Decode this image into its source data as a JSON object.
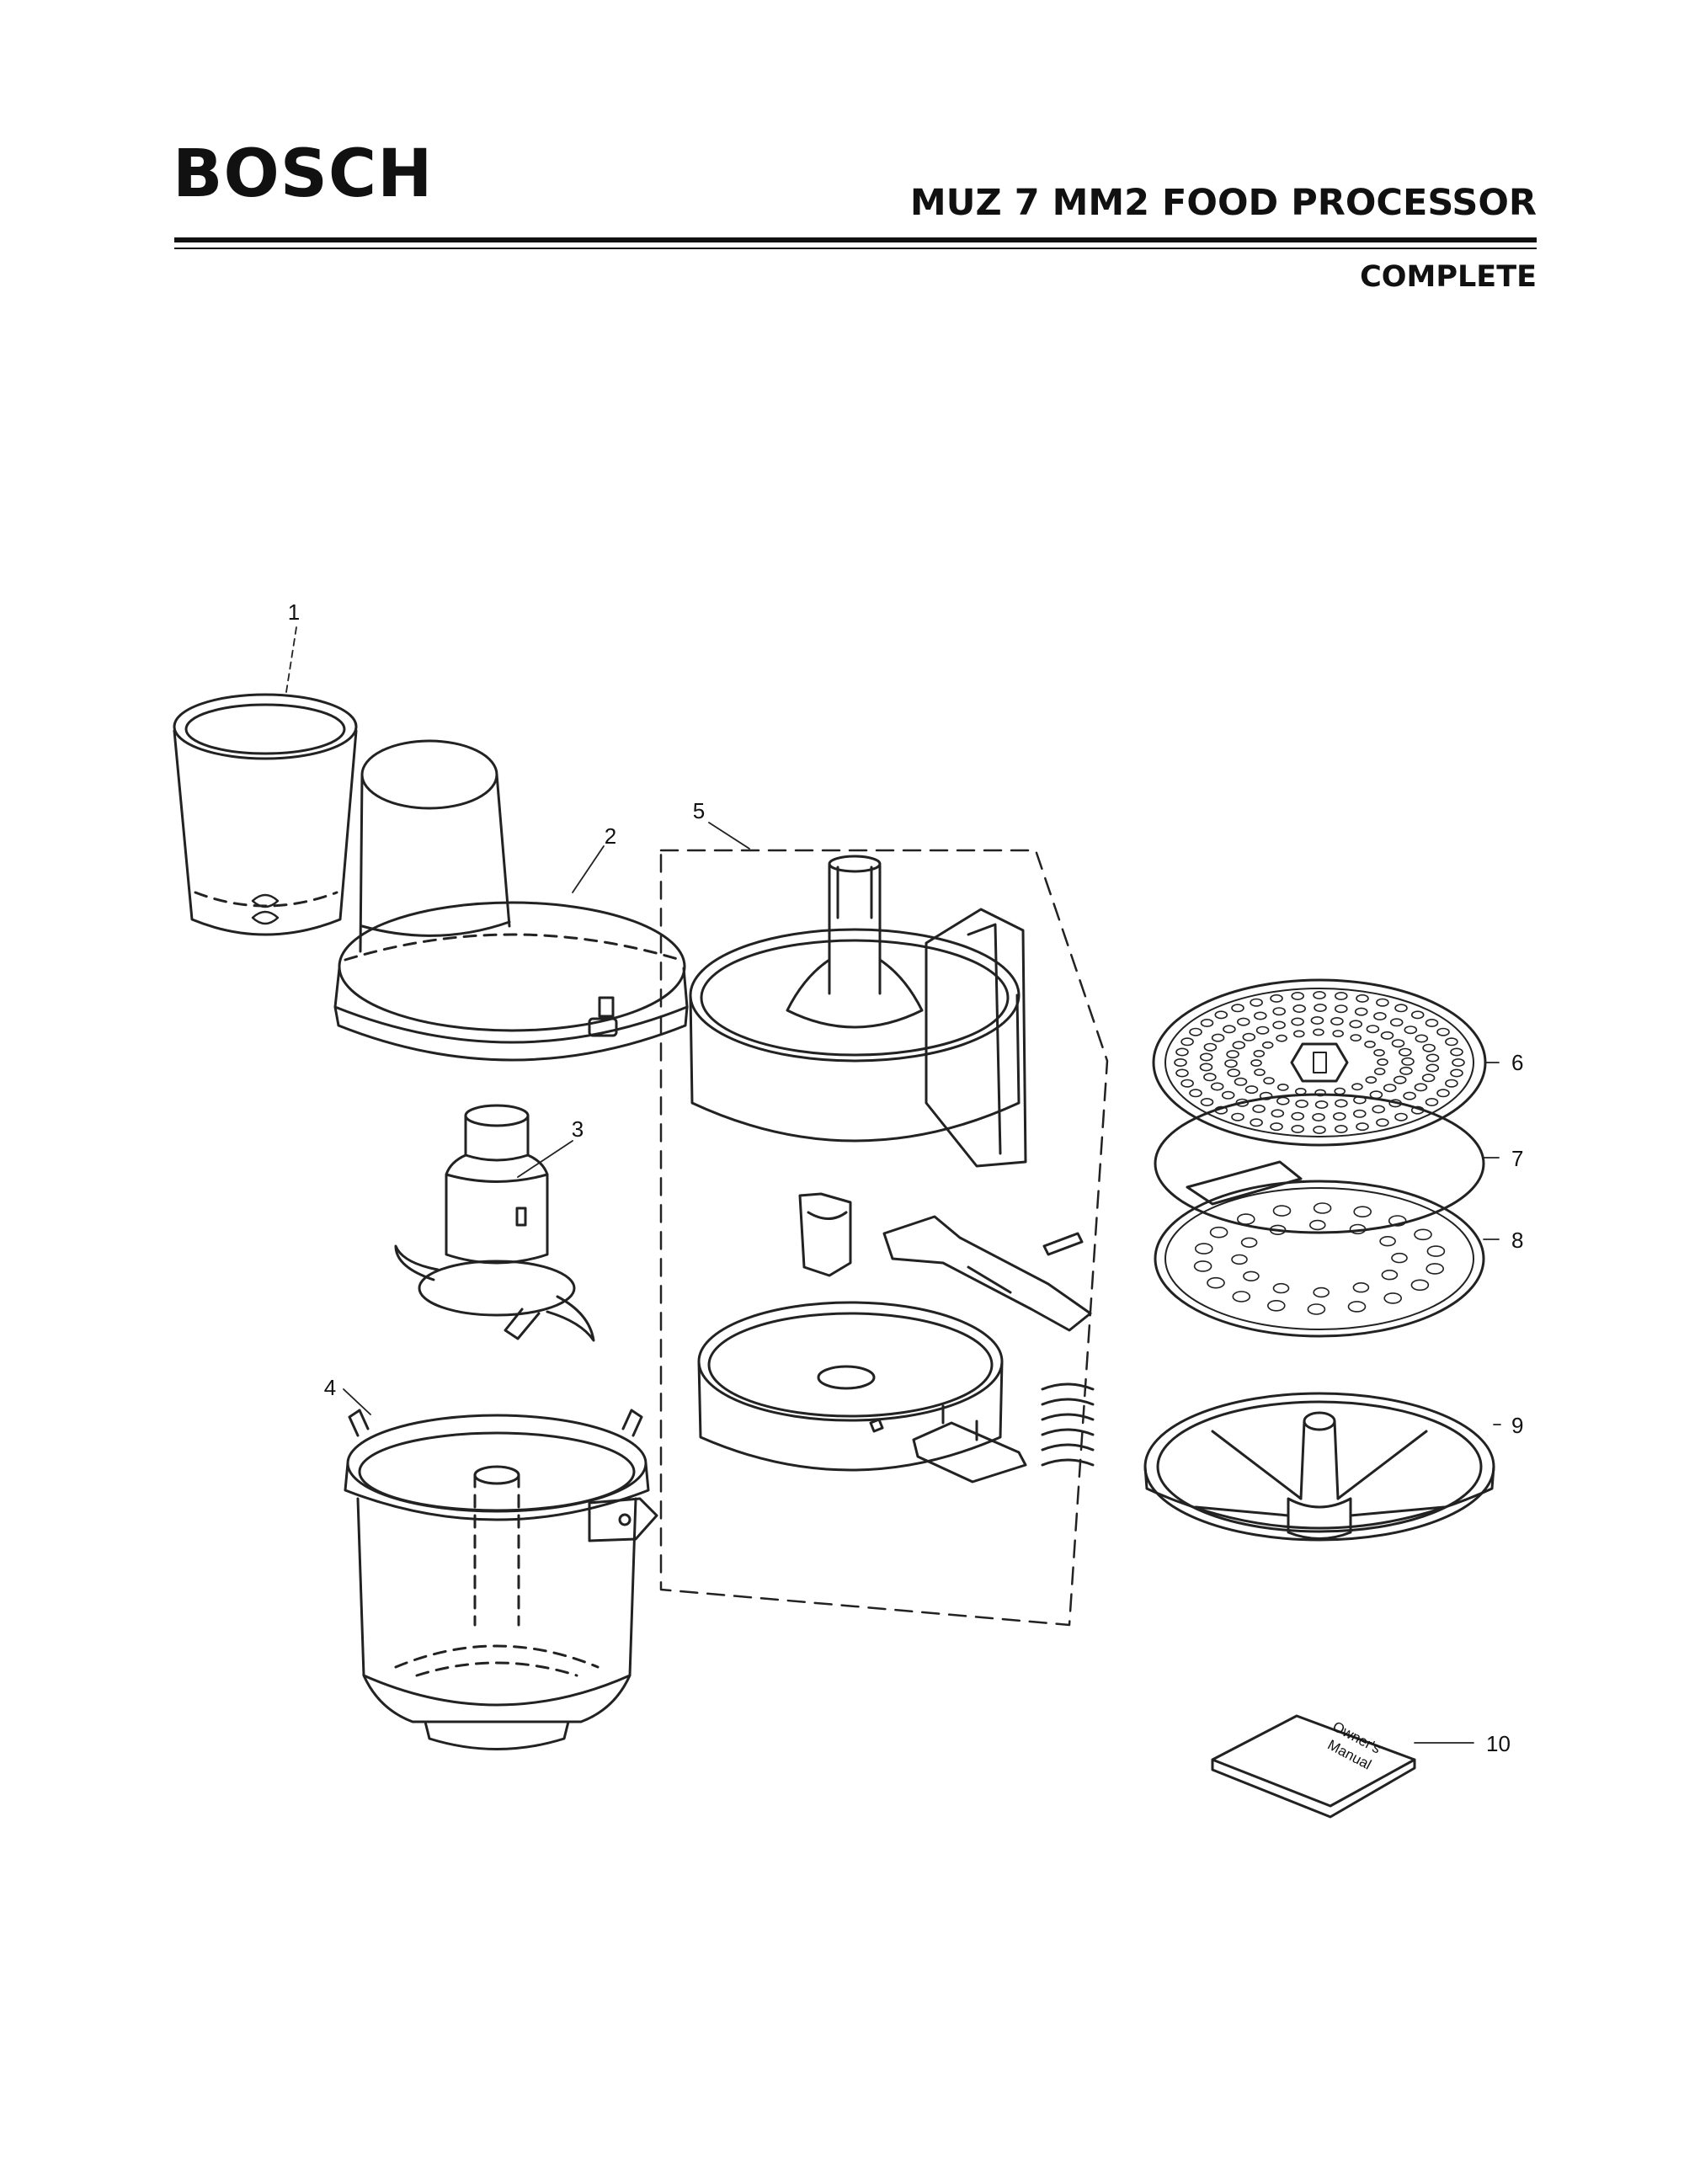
{
  "header": {
    "brand": "BOSCH",
    "title": "MUZ 7 MM2 FOOD PROCESSOR",
    "subtitle": "COMPLETE"
  },
  "callouts": [
    "1",
    "2",
    "3",
    "4",
    "5",
    "6",
    "7",
    "8",
    "9",
    "10"
  ],
  "manual_label": [
    "Owner's",
    "Manual"
  ]
}
